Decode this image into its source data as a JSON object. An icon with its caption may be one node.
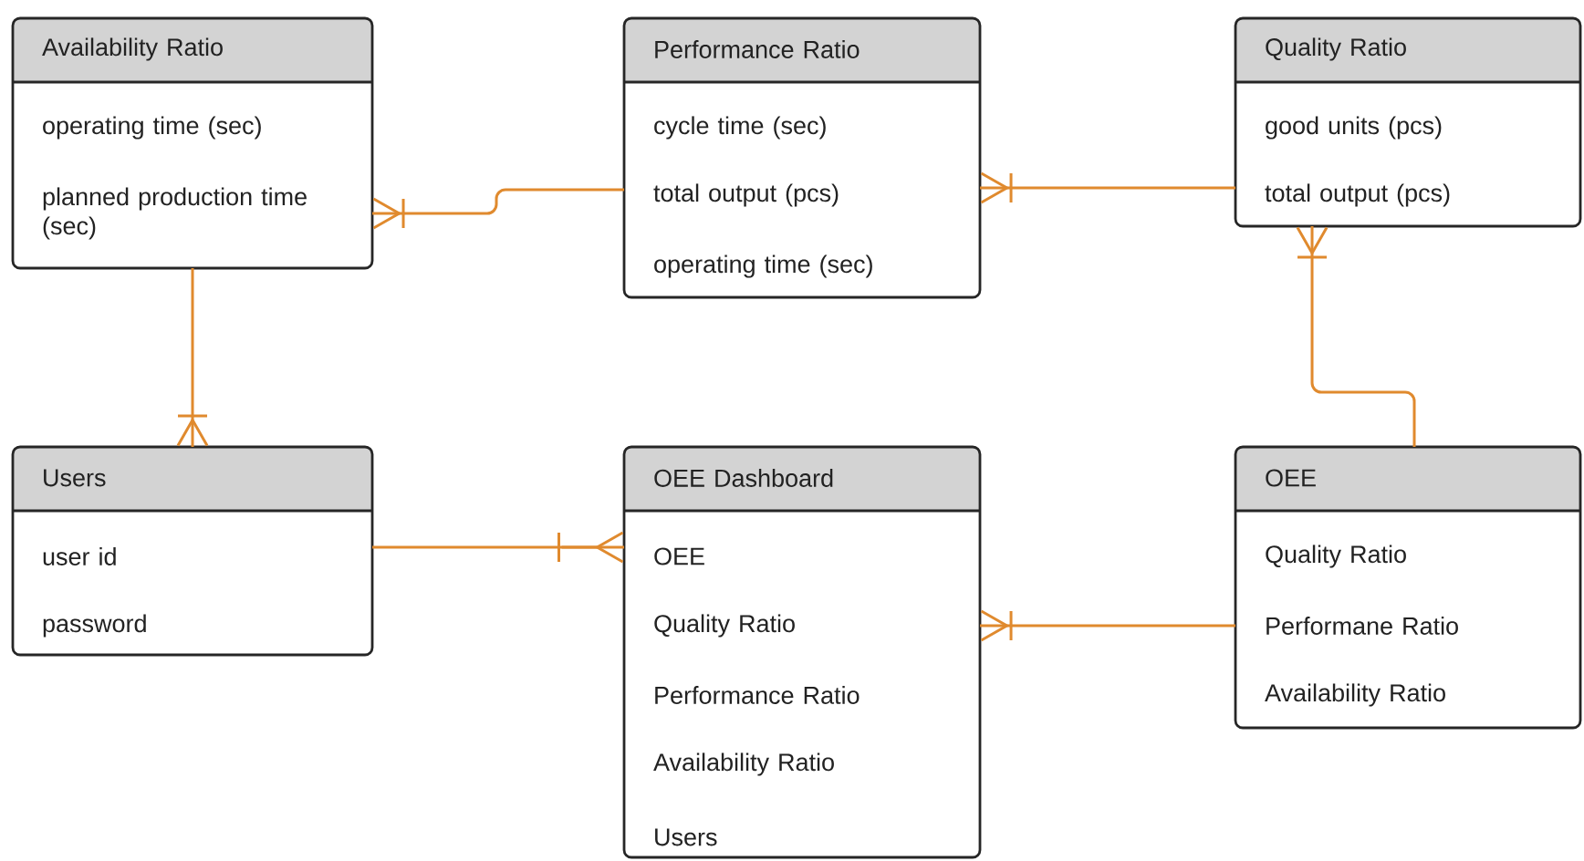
{
  "diagram": {
    "nodes": [
      {
        "text": [
          "Availability Ratio",
          "operating time (sec)",
          "planned production time (sec)"
        ]
      },
      {
        "text": [
          "Performance Ratio",
          "cycle time (sec)",
          "total output (pcs)",
          "operating time (sec)"
        ]
      },
      {
        "text": [
          "Quality Ratio",
          "good units (pcs)",
          "total output (pcs)"
        ]
      },
      {
        "text": [
          "Users",
          "user id",
          "password"
        ]
      },
      {
        "text": [
          "OEE Dashboard",
          "OEE",
          "Quality Ratio",
          "Performance Ratio",
          "Availability Ratio",
          "Users"
        ]
      },
      {
        "text": [
          "OEE",
          "Quality Ratio",
          "Performane Ratio",
          "Availability Ratio"
        ]
      }
    ],
    "edges": [
      {
        "from": 1,
        "to": 0,
        "arrow": "other"
      },
      {
        "from": 2,
        "to": 1,
        "arrow": "other"
      },
      {
        "from": 0,
        "to": 3,
        "arrow": "other"
      },
      {
        "from": 5,
        "to": 2,
        "arrow": "other"
      },
      {
        "from": 3,
        "to": 4,
        "arrow": "other"
      },
      {
        "from": 5,
        "to": 4,
        "arrow": "other"
      }
    ]
  }
}
